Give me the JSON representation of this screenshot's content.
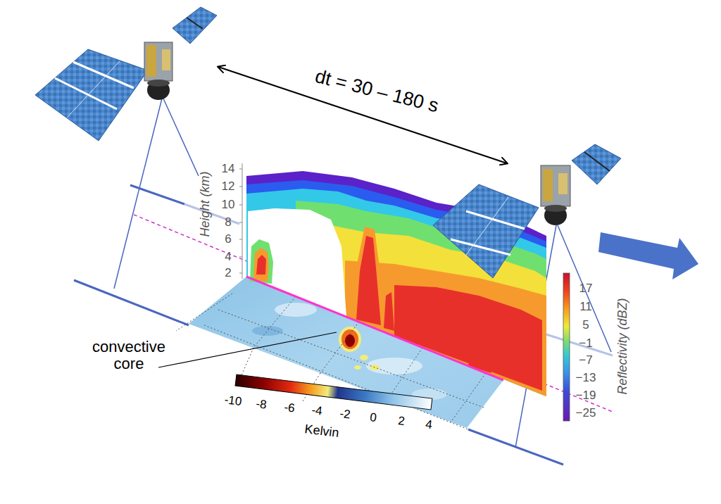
{
  "diagram": {
    "labels": [
      "dt = 30 – 180 s",
      "Height (km)",
      "14",
      "12",
      "10",
      "8",
      "6",
      "4",
      "2",
      "17",
      "11",
      "5",
      "−1",
      "−7",
      "−13",
      "−19",
      "−25",
      "Reflectivity (dBZ)",
      "convective core",
      "-10",
      "-8",
      "-6",
      "-4",
      "-2",
      "0",
      "2",
      "4",
      "Kelvin"
    ]
  }
}
